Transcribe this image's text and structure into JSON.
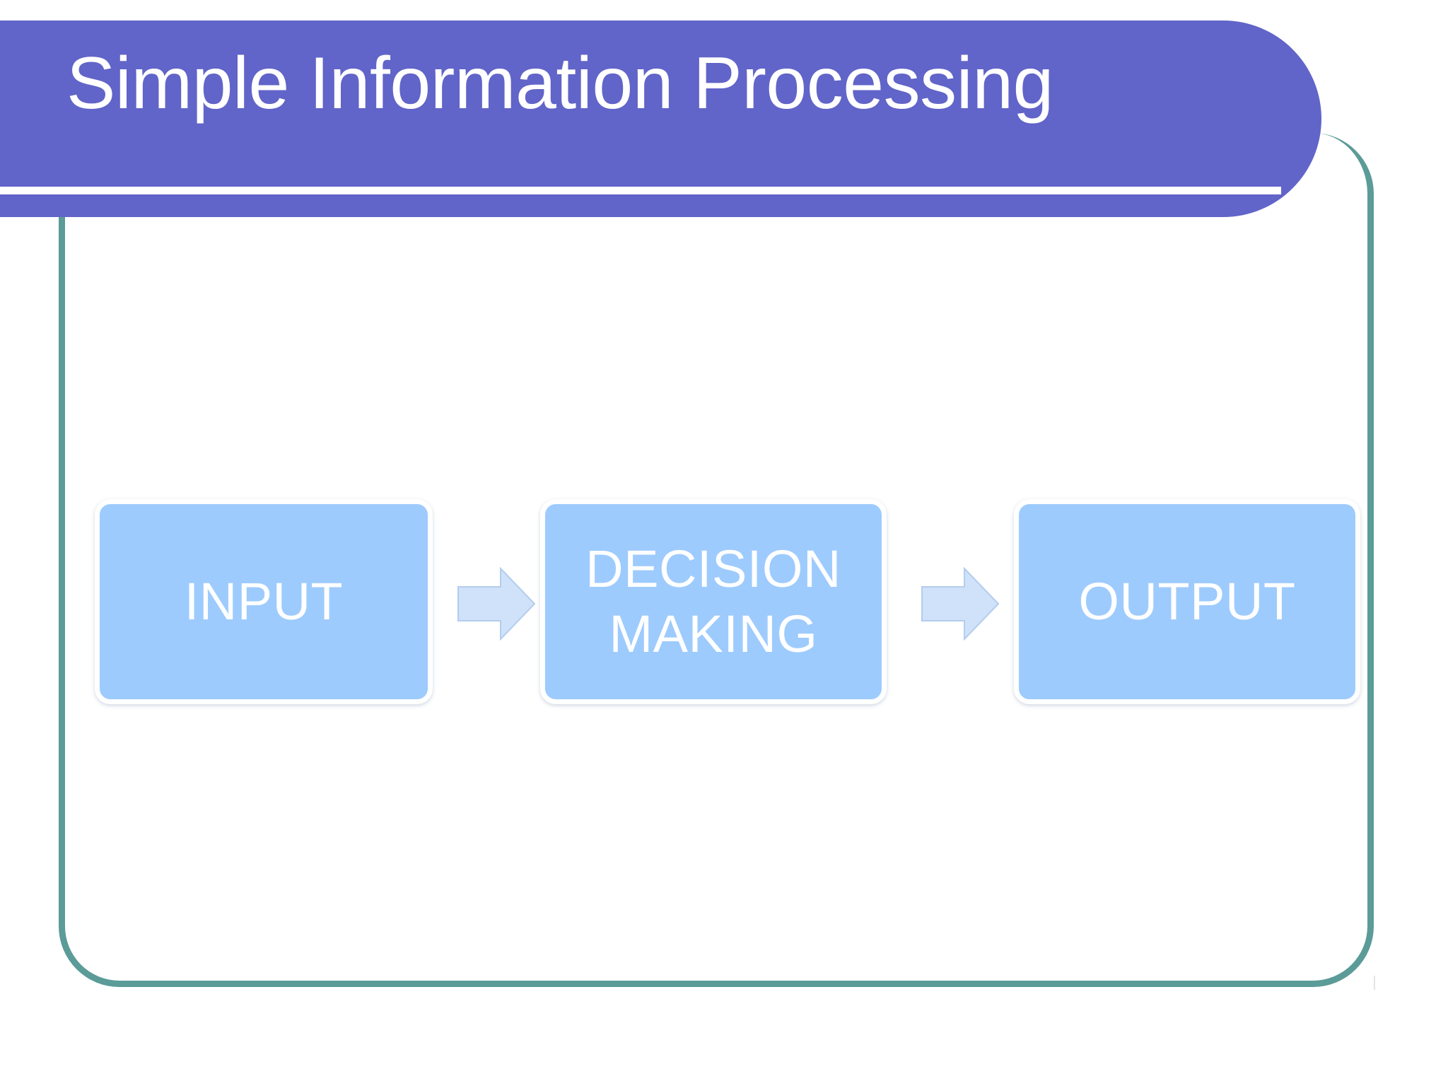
{
  "slide": {
    "title": "Simple Information Processing",
    "background_color": "#ffffff"
  },
  "theme": {
    "banner_color": "#6164c8",
    "banner_text_color": "#ffffff",
    "frame_border_color": "#5b9b98",
    "node_fill_color": "#9ecbfd",
    "node_text_color": "#ffffff",
    "node_border_color": "#ffffff",
    "arrow_fill_color": "#cfe2fa",
    "arrow_border_color": "#aecbee"
  },
  "diagram": {
    "type": "flow",
    "nodes": [
      {
        "id": "input",
        "label": "INPUT",
        "lines": [
          "INPUT"
        ]
      },
      {
        "id": "decision",
        "label": "DECISION MAKING",
        "lines": [
          "DECISION",
          "MAKING"
        ]
      },
      {
        "id": "output",
        "label": "OUTPUT",
        "lines": [
          "OUTPUT"
        ]
      }
    ],
    "arrows": [
      {
        "id": "arrow-input-to-decision",
        "from": "input",
        "to": "decision",
        "glyph": "right-arrow"
      },
      {
        "id": "arrow-decision-to-output",
        "from": "decision",
        "to": "output",
        "glyph": "right-arrow"
      }
    ]
  }
}
